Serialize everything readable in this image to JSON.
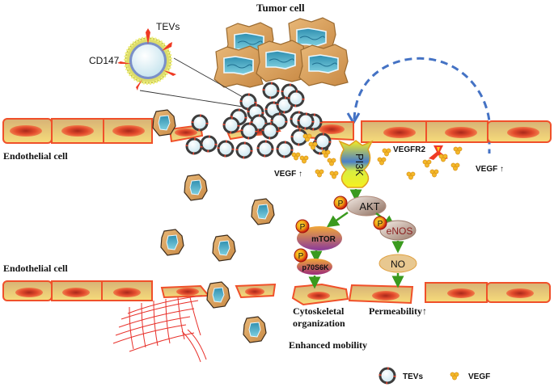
{
  "labels": {
    "tumor_cell": "Tumor cell",
    "tevs_callout": "TEVs",
    "cd147": "CD147",
    "endothelial_top": "Endothelial cell",
    "endothelial_bottom": "Endothelial cell",
    "vegf_left": "VEGF ↑",
    "vegf_right": "VEGF ↑",
    "vegfr2": "VEGFR2",
    "cytoskeletal_line1": "Cytoskeletal",
    "cytoskeletal_line2": "organization",
    "permeability": "Permeability↑",
    "enhanced_mobility": "Enhanced mobility"
  },
  "pathway": {
    "pi3k": "PI3K",
    "akt": "AKT",
    "mtor": "mTOR",
    "enos": "eNOS",
    "p70s6k": "p70S6K",
    "no": "NO",
    "phospho": "P"
  },
  "legend": {
    "tevs": "TEVs",
    "vegf": "VEGF"
  },
  "colors": {
    "cell_fill": "#f2d27a",
    "cell_border": "#f0502a",
    "nucleus": "#e2452a",
    "tumor_body": "#d9a25a",
    "tumor_nucleus": "#4aa7c0",
    "tev_fill": "#dff0f5",
    "tev_ring": "#404040",
    "tev_marker": "#e8402a",
    "vegf": "#f2b321",
    "arrow_green": "#3a9a1e",
    "dashed_blue": "#4472c4",
    "phospho_red": "#d2231a",
    "phospho_yellow": "#ffd21a"
  }
}
